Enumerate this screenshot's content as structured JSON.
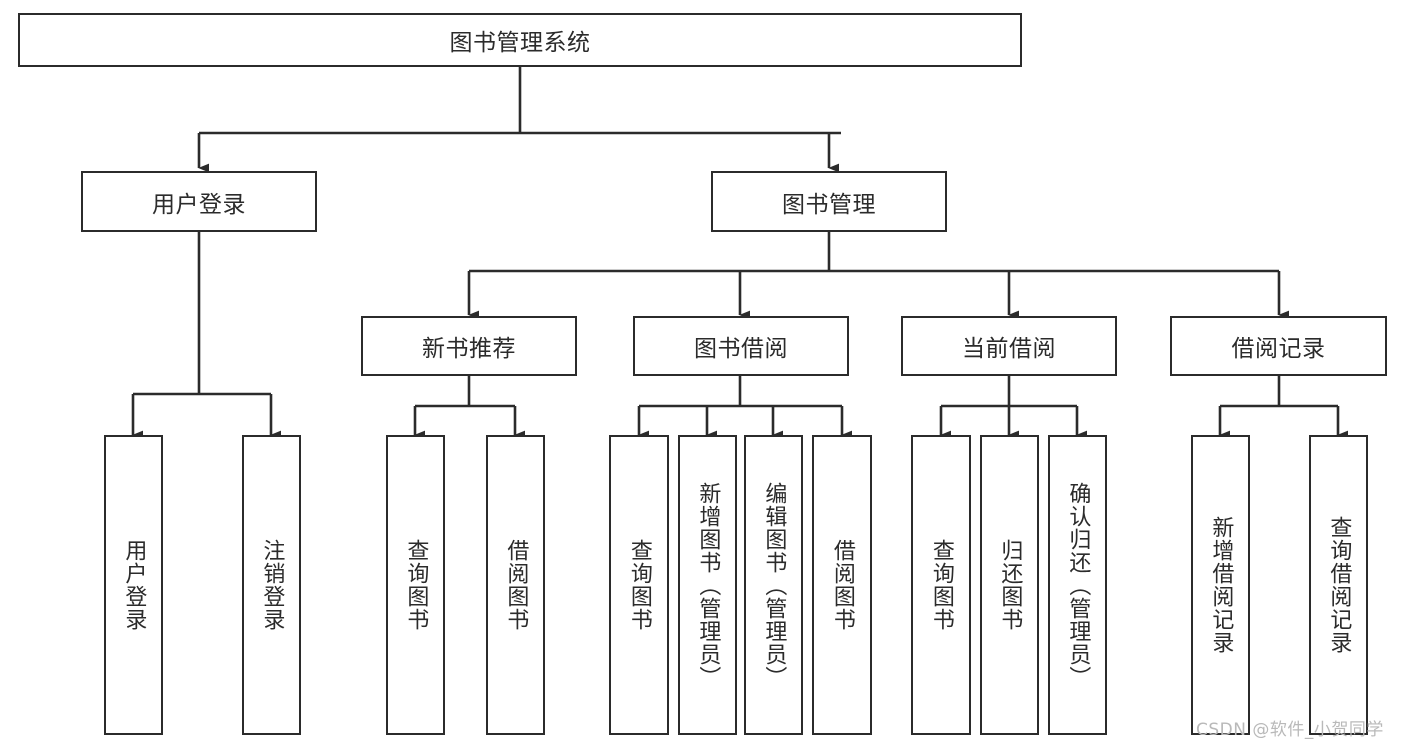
{
  "diagram": {
    "title_node": {
      "id": "root",
      "label": "图书管理系统",
      "orientation": "horizontal"
    },
    "level2": [
      {
        "id": "user-login",
        "label": "用户登录",
        "orientation": "horizontal"
      },
      {
        "id": "book-management",
        "label": "图书管理",
        "orientation": "horizontal"
      }
    ],
    "level3": [
      {
        "id": "new-book-recommend",
        "label": "新书推荐",
        "orientation": "horizontal"
      },
      {
        "id": "book-borrow",
        "label": "图书借阅",
        "orientation": "horizontal"
      },
      {
        "id": "current-borrow",
        "label": "当前借阅",
        "orientation": "horizontal"
      },
      {
        "id": "borrow-record",
        "label": "借阅记录",
        "orientation": "horizontal"
      }
    ],
    "leaves": [
      {
        "id": "leaf-user-login",
        "label": "用户登录",
        "parent": "user-login",
        "orientation": "vertical"
      },
      {
        "id": "leaf-logout-login",
        "label": "注销登录",
        "parent": "user-login",
        "orientation": "vertical"
      },
      {
        "id": "leaf-query-book-1",
        "label": "查询图书",
        "parent": "new-book-recommend",
        "orientation": "vertical"
      },
      {
        "id": "leaf-borrow-book-1",
        "label": "借阅图书",
        "parent": "new-book-recommend",
        "orientation": "vertical"
      },
      {
        "id": "leaf-query-book-2",
        "label": "查询图书",
        "parent": "book-borrow",
        "orientation": "vertical"
      },
      {
        "id": "leaf-add-book-admin",
        "label": "新增图书（管理员）",
        "parent": "book-borrow",
        "orientation": "vertical"
      },
      {
        "id": "leaf-edit-book-admin",
        "label": "编辑图书（管理员）",
        "parent": "book-borrow",
        "orientation": "vertical"
      },
      {
        "id": "leaf-borrow-book-2",
        "label": "借阅图书",
        "parent": "book-borrow",
        "orientation": "vertical"
      },
      {
        "id": "leaf-query-book-3",
        "label": "查询图书",
        "parent": "current-borrow",
        "orientation": "vertical"
      },
      {
        "id": "leaf-return-book",
        "label": "归还图书",
        "parent": "current-borrow",
        "orientation": "vertical"
      },
      {
        "id": "leaf-confirm-return-admin",
        "label": "确认归还（管理员）",
        "parent": "current-borrow",
        "orientation": "vertical"
      },
      {
        "id": "leaf-add-borrow-record",
        "label": "新增借阅记录",
        "parent": "borrow-record",
        "orientation": "vertical"
      },
      {
        "id": "leaf-query-borrow-record",
        "label": "查询借阅记录",
        "parent": "borrow-record",
        "orientation": "vertical"
      }
    ],
    "watermark": "CSDN @软件_小贺同学",
    "colors": {
      "stroke": "#2b2b2b",
      "fill": "#ffffff",
      "text": "#2b2b2b",
      "watermark": "#b9b9b9"
    }
  }
}
